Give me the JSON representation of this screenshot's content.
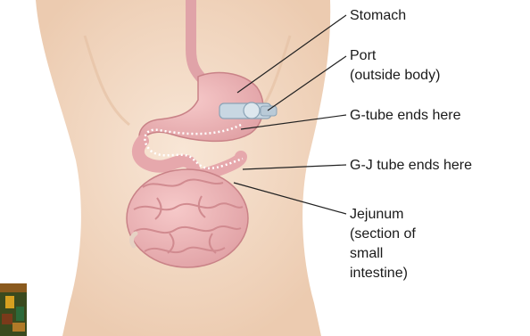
{
  "labels": {
    "stomach": "Stomach",
    "port_line1": "Port",
    "port_line2": "(outside body)",
    "gtube": "G-tube ends here",
    "gjtube": "G-J tube ends here",
    "jejunum_line1": "Jejunum",
    "jejunum_line2": "(section of",
    "jejunum_line3": "small",
    "jejunum_line4": "intestine)"
  },
  "colors": {
    "skin": "#f5ddc9",
    "skin_shadow": "#ecc9ae",
    "organ": "#efb6b6",
    "organ_dark": "#d98f94",
    "port": "#c8d7e2",
    "leader": "#222222"
  }
}
